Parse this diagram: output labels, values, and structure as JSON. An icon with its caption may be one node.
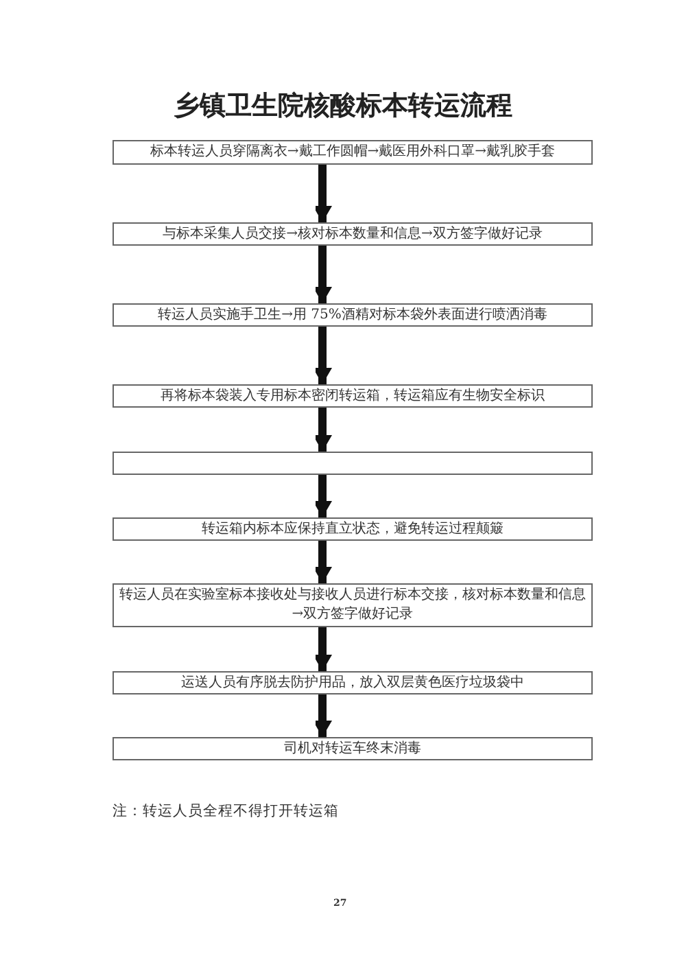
{
  "diagram": {
    "title": "乡镇卫生院核酸标本转运流程",
    "nodes": [
      {
        "text": [
          "标本转运人员穿隔离衣→戴工作圆帽→戴医用外科口罩→戴乳胶手套"
        ]
      },
      {
        "text": [
          "与标本采集人员交接→核对标本数量和信息→双方签字做好记录"
        ]
      },
      {
        "text": [
          "转运人员实施手卫生→用 75%酒精对标本袋外表面进行喷洒消毒"
        ]
      },
      {
        "text": [
          "再将标本袋装入专用标本密闭转运箱，转运箱应有生物安全标识"
        ]
      },
      {
        "text": [],
        "shape": "box"
      },
      {
        "text": [
          "转运箱内标本应保持直立状态，避免转运过程颠簸"
        ]
      },
      {
        "text": [
          "转运人员在实验室标本接收处与接收人员进行标本交接，核对标本数量和信息→双方签字做好记录"
        ]
      },
      {
        "text": [
          "运送人员有序脱去防护用品，放入双层黄色医疗垃圾袋中"
        ]
      },
      {
        "text": [
          "司机对转运车终末消毒"
        ]
      }
    ],
    "edges": [
      {
        "from": 0,
        "to": 1,
        "arrow": "to"
      },
      {
        "from": 1,
        "to": 2,
        "arrow": "to"
      },
      {
        "from": 2,
        "to": 3,
        "arrow": "to"
      },
      {
        "from": 3,
        "to": 4,
        "arrow": "to"
      },
      {
        "from": 4,
        "to": 5,
        "arrow": "to"
      },
      {
        "from": 5,
        "to": 6,
        "arrow": "to"
      },
      {
        "from": 6,
        "to": 7,
        "arrow": "to"
      },
      {
        "from": 7,
        "to": 8,
        "arrow": "to"
      }
    ],
    "labels": [
      "注：转运人员全程不得打开转运箱",
      "27"
    ]
  }
}
